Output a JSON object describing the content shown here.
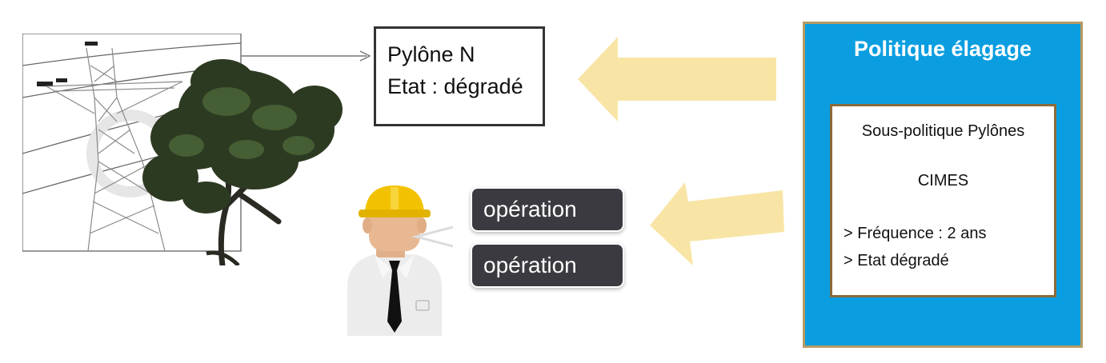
{
  "pylon_box": {
    "name_line": "Pylône N",
    "state_line": "Etat : dégradé"
  },
  "operations": [
    "opération",
    "opération"
  ],
  "policy": {
    "title": "Politique élagage",
    "sub_policy": {
      "title": "Sous-politique  Pylônes",
      "organisation": "CIMES",
      "criteria": [
        "> Fréquence : 2 ans",
        "> Etat dégradé"
      ]
    }
  },
  "colors": {
    "policy_panel": "#0a9ee0",
    "policy_border": "#b59a63",
    "subpolicy_border": "#8b6a3a",
    "arrow_fill": "#f8e5a6",
    "pill_bg": "#3a3a40",
    "helmet": "#f2c200"
  },
  "icons": [
    "pylon-tree-illustration",
    "worker-icon",
    "block-arrow-left-icon"
  ]
}
